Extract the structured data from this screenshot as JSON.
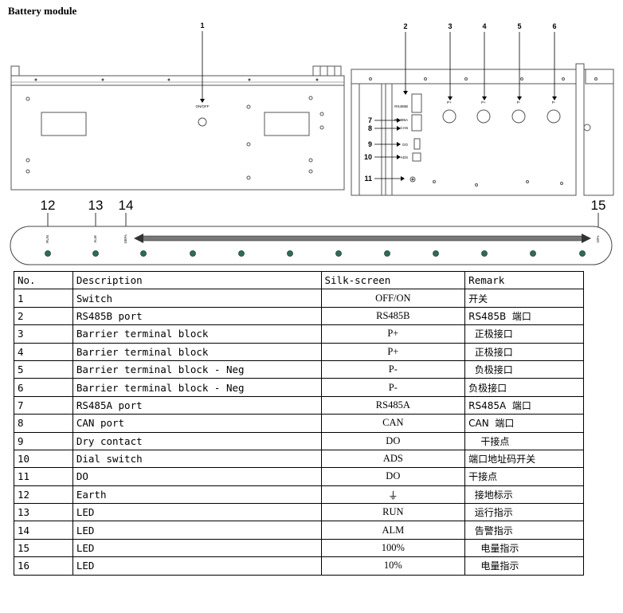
{
  "title": "Battery module",
  "front_panel": {
    "callout": "1",
    "switch_label": "ON/OFF"
  },
  "port_panel": {
    "top_callouts": [
      "2",
      "3",
      "4",
      "5",
      "6"
    ],
    "side_callouts": [
      "7",
      "8",
      "9",
      "10",
      "11"
    ],
    "terminal_labels": [
      "P+",
      "P+",
      "P-",
      "P-"
    ],
    "port_labels": [
      "RS485B",
      "RS485A",
      "CAN",
      "DO",
      "ADS"
    ]
  },
  "led_panel": {
    "callouts": [
      "12",
      "13",
      "14",
      "15"
    ],
    "labels": [
      "RUN",
      "ALM",
      "100%",
      "10%"
    ]
  },
  "table": {
    "headers": [
      "No.",
      "Description",
      "Silk-screen",
      "Remark"
    ],
    "rows": [
      {
        "no": "1",
        "desc": "Switch",
        "silk": "OFF/ON",
        "remark": "开关"
      },
      {
        "no": "2",
        "desc": "RS485B port",
        "silk": "RS485B",
        "remark": "RS485B  端口"
      },
      {
        "no": "3",
        "desc": "Barrier terminal block",
        "silk": "P+",
        "remark": "  正极接口"
      },
      {
        "no": "4",
        "desc": "Barrier terminal block",
        "silk": "P+",
        "remark": "  正极接口"
      },
      {
        "no": "5",
        "desc": "Barrier terminal block - Neg",
        "silk": "P-",
        "remark": "  负极接口"
      },
      {
        "no": "6",
        "desc": "Barrier terminal block - Neg",
        "silk": "P-",
        "remark": "负极接口"
      },
      {
        "no": "7",
        "desc": "RS485A port",
        "silk": "RS485A",
        "remark": "RS485A  端口"
      },
      {
        "no": "8",
        "desc": "CAN port",
        "silk": "CAN",
        "remark": "CAN  端口"
      },
      {
        "no": "9",
        "desc": "Dry contact",
        "silk": "DO",
        "remark": "    干接点"
      },
      {
        "no": "10",
        "desc": "Dial switch",
        "silk": "ADS",
        "remark": "端口地址码开关"
      },
      {
        "no": "11",
        "desc": "DO",
        "silk": "DO",
        "remark": "干接点"
      },
      {
        "no": "12",
        "desc": "Earth",
        "silk": "⏚",
        "remark": "  接地标示"
      },
      {
        "no": "13",
        "desc": "LED",
        "silk": "RUN",
        "remark": "  运行指示"
      },
      {
        "no": "14",
        "desc": "LED",
        "silk": "ALM",
        "remark": "  告警指示"
      },
      {
        "no": "15",
        "desc": "LED",
        "silk": "100%",
        "remark": "    电量指示"
      },
      {
        "no": "16",
        "desc": "LED",
        "silk": "10%",
        "remark": "    电量指示"
      }
    ]
  }
}
